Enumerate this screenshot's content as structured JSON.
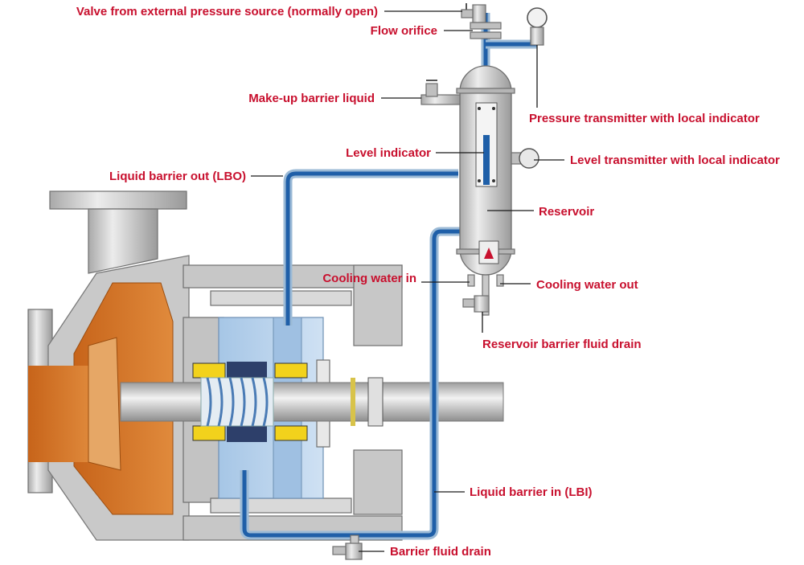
{
  "diagram": {
    "labels": {
      "valve_external": "Valve from external pressure source (normally open)",
      "flow_orifice": "Flow orifice",
      "makeup_barrier": "Make-up barrier liquid",
      "pressure_transmitter": "Pressure transmitter with local indicator",
      "level_indicator": "Level indicator",
      "level_transmitter": "Level transmitter with local indicator",
      "lbo": "Liquid barrier out (LBO)",
      "reservoir": "Reservoir",
      "cooling_in": "Cooling water in",
      "cooling_out": "Cooling water out",
      "reservoir_drain": "Reservoir barrier fluid drain",
      "lbi": "Liquid barrier in (LBI)",
      "barrier_drain": "Barrier fluid drain"
    },
    "colors": {
      "label_text": "#c8102e",
      "barrier_fluid": "#1f5fa8",
      "pump_casing": "#c9c9c9",
      "process_fluid": "#d2731f",
      "seal_housing": "#b9d3ec"
    }
  }
}
